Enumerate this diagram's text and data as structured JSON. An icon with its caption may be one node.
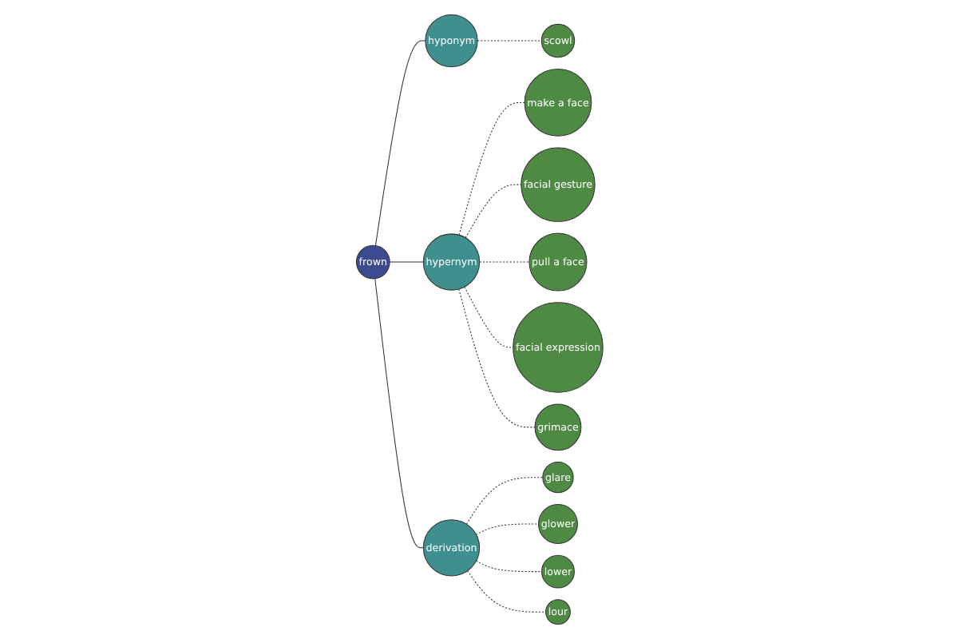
{
  "diagram": {
    "nodes": [
      {
        "text": [
          "scowl"
        ]
      },
      {
        "text": [
          "hyponym"
        ]
      },
      {
        "text": [
          "make a face"
        ]
      },
      {
        "text": [
          "facial gesture"
        ]
      },
      {
        "text": [
          "pull a face"
        ]
      },
      {
        "text": [
          "frown"
        ]
      },
      {
        "text": [
          "hypernym"
        ]
      },
      {
        "text": [
          "glare"
        ]
      },
      {
        "text": [
          "derivation"
        ]
      },
      {
        "text": [
          "facial expression"
        ]
      },
      {
        "text": [
          "grimace"
        ]
      },
      {
        "text": [
          "glower"
        ]
      },
      {
        "text": [
          "lour"
        ]
      },
      {
        "text": [
          "lower"
        ]
      }
    ],
    "edges": [
      {
        "from": 5,
        "to": 1,
        "arrow": "none"
      },
      {
        "from": 5,
        "to": 6,
        "arrow": "none"
      },
      {
        "from": 5,
        "to": 8,
        "arrow": "none"
      },
      {
        "from": 1,
        "to": 0,
        "arrow": "none",
        "style": "dashed"
      },
      {
        "from": 6,
        "to": 2,
        "arrow": "none",
        "style": "dashed"
      },
      {
        "from": 6,
        "to": 3,
        "arrow": "none",
        "style": "dashed"
      },
      {
        "from": 6,
        "to": 4,
        "arrow": "none",
        "style": "dashed"
      },
      {
        "from": 6,
        "to": 9,
        "arrow": "none",
        "style": "dashed"
      },
      {
        "from": 6,
        "to": 10,
        "arrow": "none",
        "style": "dashed"
      },
      {
        "from": 8,
        "to": 7,
        "arrow": "none",
        "style": "dashed"
      },
      {
        "from": 8,
        "to": 11,
        "arrow": "none",
        "style": "dashed"
      },
      {
        "from": 8,
        "to": 13,
        "arrow": "none",
        "style": "dashed"
      },
      {
        "from": 8,
        "to": 12,
        "arrow": "none",
        "style": "dashed"
      }
    ]
  }
}
